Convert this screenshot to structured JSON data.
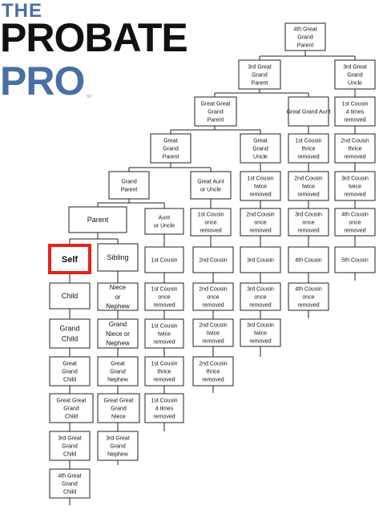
{
  "logo": {
    "the": "THE",
    "probate": "PROBATE",
    "pro": "PRO",
    "mark": "SV"
  },
  "tree": {
    "self": "Self",
    "parent": "Parent",
    "grand_parent": "Grand Parent",
    "great_grand_parent": "Great Grand Parent",
    "great_great_grand_parent": "Great Great Grand Parent",
    "g3_grand_parent": "3rd Great Grand Parent",
    "g4_grand_parent": "4th Great Grand Parent",
    "sibling": "Sibling",
    "aunt_uncle": "Aunt or Uncle",
    "great_aunt_uncle": "Great Aunt or Uncle",
    "great_grand_uncle": "Great Grand Uncle",
    "great_grand_aunt": "Great Grand Aunt",
    "g3_grand_uncle": "3rd Great Grand Uncle",
    "child": "Child",
    "grand_child": "Grand Child",
    "great_grand_child": "Great Grand Child",
    "great_great_grand_child": "Great Great Grand Child",
    "g3_grand_child": "3rd Great Grand Child",
    "g4_grand_child": "4th Great Grand Child",
    "niece_nephew": "Niece or Nephew",
    "grand_niece_nephew": "Grand Niece or Nephew",
    "great_grand_nephew": "Great Grand Nephew",
    "great_great_grand_niece": "Great Great Grand Niece",
    "g3_grand_nephew": "3rd Great Grand Nephew",
    "c1": "1st Cousin",
    "c1_r1_down": "1st Cousin once removed",
    "c1_r2_down": "1st Cousin twice removed",
    "c1_r3_down": "1st Cousin thrice removed",
    "c1_r4_down": "1st Cousin 4 times removed",
    "c1_r1_up": "1st Cousin once removed",
    "c1_r2_up": "1st Cousin twice removed",
    "c1_r3_up": "1st Cousin thrice removed",
    "c1_r4_up": "1st Cousin 4 times removed",
    "c2": "2nd Cousin",
    "c2_r1_down": "2nd Cousin once removed",
    "c2_r2_down": "2nd Cousin twice removed",
    "c2_r3_down": "2nd Cousin thrice removed",
    "c2_r1_up": "2nd Cousin once removed",
    "c2_r2_up": "2nd Cousin twice removed",
    "c2_r3_up": "2nd Cousin thrice removed",
    "c3": "3rd Cousin",
    "c3_r1_down": "3rd Cousin once removed",
    "c3_r2_down": "3rd Cousin twice removed",
    "c3_r1_up": "3rd Cousin once removed",
    "c3_r2_up": "3rd Cousin twice removed",
    "c4": "4th Cousin",
    "c4_r1_down": "4th Cousin once removed",
    "c4_r1_up": "4th Cousin once removed",
    "c5": "5th Cousin"
  }
}
